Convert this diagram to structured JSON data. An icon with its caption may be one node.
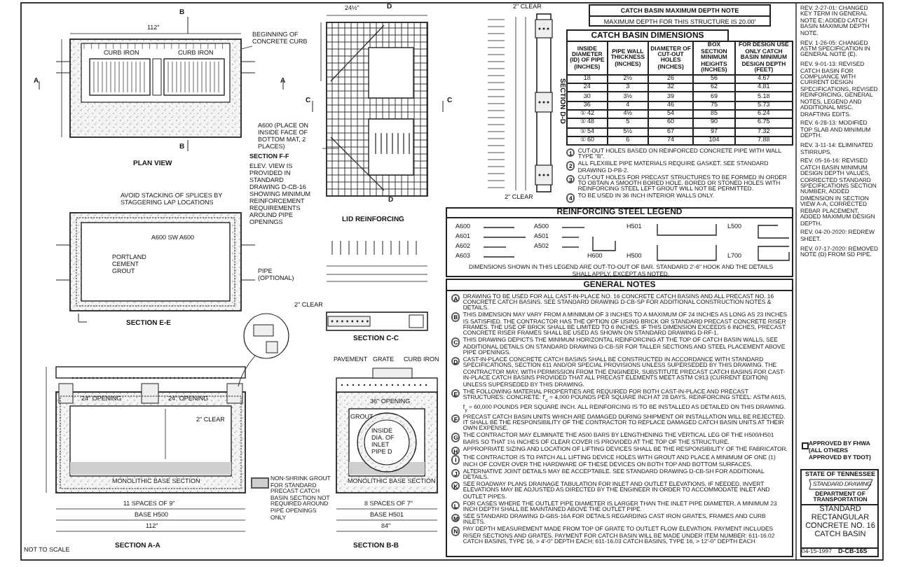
{
  "diagram": {
    "nodes": [
      {
        "text": [
          "BEGINNING OF CONCRETE CURB"
        ]
      },
      {
        "text": [
          "A600 (PLACE ON INSIDE FACE OF BOTTOM MAT, 2 PLACES)"
        ]
      },
      {
        "text": [
          "CATCH BASIN MAXIMUM DEPTH NOTE",
          "MAXIMUM DEPTH FOR THIS STRUCTURE IS 20.00'"
        ]
      },
      {
        "text": [
          "CATCH BASIN DIMENSIONS"
        ]
      },
      {
        "text": [
          "REINFORCING STEEL LEGEND",
          "DIMENSIONS SHOWN IN THIS LEGEND ARE OUT-TO-OUT OF BAR. STANDARD 2'-6\" HOOK AND THE DETAILS SHALL APPLY, EXCEPT AS NOTED."
        ]
      },
      {
        "text": [
          "GENERAL NOTES"
        ]
      },
      {
        "text": [
          "APPROVED BY FHWA (ALL OTHERS APPROVED BY TDOT)"
        ]
      },
      {
        "text": [
          "STATE OF TENNESSEE",
          "STANDARD DRAWING",
          "DEPARTMENT OF TRANSPORTATION",
          "STANDARD RECTANGULAR CONCRETE NO. 16 CATCH BASIN"
        ]
      }
    ],
    "edges": [
      {
        "from": 0,
        "to": null,
        "arrow": "none"
      },
      {
        "from": 1,
        "to": null,
        "arrow": "none"
      }
    ],
    "labels": [
      "B",
      "112\"",
      "CURB IRON",
      "CURB IRON",
      "A",
      "A",
      "B",
      "PLAN VIEW",
      "SECTION F-F",
      "ELEV. VIEW IS PROVIDED IN STANDARD DRAWING D-CB-16 SHOWING MINIMUM REINFORCEMENT REQUIREMENTS AROUND PIPE OPENINGS",
      "AVOID STACKING OF SPLICES BY STAGGERING LAP LOCATIONS",
      "A600 SW A600",
      "PORTLAND CEMENT GROUT",
      "PIPE (OPTIONAL)",
      "SECTION E-E",
      "24½\"",
      "D",
      "C",
      "C",
      "D",
      "LID REINFORCING",
      "SECTION C-C",
      "2\" CLEAR",
      "SECTION D-D",
      "2\" CLEAR",
      "2\" CLEAR",
      "NOT TO SCALE",
      "SECTION A-A",
      "11 SPACES OF 9\"",
      "BASE H500",
      "112\"",
      "MONOLITHIC BASE SECTION",
      "24\" OPENING",
      "24\" OPENING",
      "2\" CLEAR",
      "SECTION B-B",
      "8 SPACES OF 7\"",
      "BASE H501",
      "84\"",
      "PAVEMENT",
      "GRATE",
      "CURB IRON",
      "GROUT",
      "INSIDE DIA. OF INLET PIPE D",
      "MONOLITHIC BASE SECTION",
      "36\" OPENING",
      "INSIDE DIAMETER (ID) OF PIPE (INCHES)",
      "PIPE WALL THICKNESS (INCHES)",
      "DIAMETER OF CUT-OUT HOLES (INCHES)",
      "BOX SECTION MINIMUM HEIGHTS (INCHES)",
      "FOR DESIGN USE ONLY CATCH BASIN MINIMUM DESIGN DEPTH (FEET)",
      "18",
      "2½",
      "26",
      "56",
      "4.67",
      "24",
      "3",
      "32",
      "62",
      "4.81",
      "30",
      "3½",
      "39",
      "69",
      "5.18",
      "36",
      "4",
      "46",
      "75",
      "5.73",
      "① 42",
      "4½",
      "54",
      "85",
      "6.24",
      "① 48",
      "5",
      "60",
      "90",
      "6.75",
      "① 54",
      "5½",
      "67",
      "97",
      "7.32",
      "① 60",
      "6",
      "74",
      "104",
      "7.88",
      "1",
      "CUT-OUT HOLES BASED ON REINFORCED CONCRETE PIPE WITH WALL TYPE \"B\".",
      "2",
      "ALL FLEXIBLE PIPE MATERIALS REQUIRE GASKET. SEE STANDARD DRAWING D-PB-2.",
      "3",
      "CUT-OUT HOLES FOR PRECAST STRUCTURES TO BE FORMED IN ORDER TO OBTAIN A SMOOTH BORED HOLE. BORED OR STONED HOLES WITH REINFORCING STEEL LEFT GROUT WILL NOT BE PERMITTED.",
      "4",
      "TO BE USED IN 36 INCH INTERIOR WALLS ONLY.",
      "A600",
      "A500",
      "H501",
      "L500",
      "A601",
      "A501",
      "A602",
      "A502",
      "A603",
      "H600",
      "H500",
      "L700",
      "A",
      "DRAWING TO BE USED FOR ALL CAST-IN-PLACE NO. 16 CONCRETE CATCH BASINS AND ALL PRECAST NO. 16 CONCRETE CATCH BASINS. SEE STANDARD DRAWING D-CB-SP FOR ADDITIONAL CONSTRUCTION NOTES & DETAILS.",
      "B",
      "THIS DIMENSION MAY VARY FROM A MINIMUM OF 3 INCHES TO A MAXIMUM OF 24 INCHES AS LONG AS 23 INCHES IS SATISFIED. THE CONTRACTOR HAS THE OPTION OF USING BRICK OR STANDARD PRECAST CONCRETE RISER FRAMES. THE USE OF BRICK SHALL BE LIMITED TO 6 INCHES. IF THIS DIMENSION EXCEEDS 6 INCHES, PRECAST CONCRETE RISER FRAMES SHALL BE USED AS SHOWN ON STANDARD DRAWING D-RF-1.",
      "C",
      "THIS DRAWING DEPICTS THE MINIMUM HORIZONTAL REINFORCING AT THE TOP OF CATCH BASIN WALLS. SEE ADDITIONAL DETAILS ON STANDARD DRAWING D-CB-SR FOR TALLER SECTIONS AND STEEL PLACEMENT ABOVE PIPE OPENINGS.",
      "D",
      "CAST-IN-PLACE CONCRETE CATCH BASINS SHALL BE CONSTRUCTED IN ACCORDANCE WITH STANDARD SPECIFICATIONS, SECTION 611 AND/OR SPECIAL PROVISIONS UNLESS SUPERSEDED BY THIS DRAWING. THE CONTRACTOR MAY, WITH PERMISSION FROM THE ENGINEER, SUBSTITUTE PRECAST CATCH BASINS FOR CAST-IN-PLACE CATCH BASINS PROVIDED THAT ALL PRECAST ELEMENTS MEET ASTM C913 (CURRENT EDITION) UNLESS SUPERSEDED BY THIS DRAWING.",
      "E",
      "THE FOLLOWING MATERIAL PROPERTIES ARE REQUIRED FOR BOTH CAST-IN-PLACE AND PRECAST STRUCTURES: CONCRETE: f'$_{c}$ = 4,000 POUNDS PER SQUARE INCH AT 28 DAYS. REINFORCING STEEL: ASTM A615, f$_{y}$ = 60,000 POUNDS PER SQUARE INCH. ALL REINFORCING IS TO BE INSTALLED AS DETAILED ON THIS DRAWING.",
      "F",
      "PRECAST CATCH BASIN UNITS WHICH ARE DAMAGED DURING SHIPMENT OR INSTALLATION WILL BE REJECTED. IT SHALL BE THE RESPONSIBILITY OF THE CONTRACTOR TO REPLACE DAMAGED CATCH BASIN UNITS AT THEIR OWN EXPENSE.",
      "G",
      "THE CONTRACTOR MAY ELIMINATE THE A500 BARS BY LENGTHENING THE VERTICAL LEG OF THE H500/H501 BARS SO THAT 1½ INCHES OF CLEAR COVER IS PROVIDED AT THE TOP OF THE STRUCTURE.",
      "H",
      "APPROPRIATE SIZING AND LOCATION OF LIFTING DEVICES SHALL BE THE RESPONSIBILITY OF THE FABRICATOR.",
      "I",
      "THE CONTRACTOR IS TO PATCH ALL LIFTING DEVICE HOLES WITH GROUT AND PLACE A MINIMUM OF ONE (1) INCH OF COVER OVER THE HARDWARE OF THESE DEVICES ON BOTH TOP AND BOTTOM SURFACES.",
      "J",
      "ALTERNATIVE JOINT DETAILS MAY BE ACCEPTABLE. SEE STANDARD DRAWING D-CB-SH FOR ADDITIONAL DETAILS.",
      "K",
      "SEE ROADWAY PLANS DRAINAGE TABULATION FOR INLET AND OUTLET ELEVATIONS. IF NEEDED, INVERT ELEVATIONS MAY BE ADJUSTED AS DIRECTED BY THE ENGINEER IN ORDER TO ACCOMMODATE INLET AND OUTLET PIPES.",
      "L",
      "FOR CASES WHERE THE OUTLET PIPE DIAMETER IS LARGER THAN THE INLET PIPE DIAMETER, A MINIMUM 23 INCH DEPTH SHALL BE MAINTAINED ABOVE THE OUTLET PIPE.",
      "M",
      "SEE STANDARD DRAWING D-GBS-16A FOR DETAILS REGARDING CAST IRON GRATES, FRAMES AND CURB INLETS.",
      "N",
      "PAY DEPTH MEASUREMENT MADE FROM TOP OF GRATE TO OUTLET FLOW ELEVATION. PAYMENT INCLUDES RISER SECTIONS AND GRATES. PAYMENT FOR CATCH BASIN WILL BE MADE UNDER ITEM NUMBER: 611-16.02 CATCH BASINS, TYPE 16, > 4'-0\" DEPTH EACH; 611-16.03 CATCH BASINS, TYPE 16, > 12'-0\" DEPTH EACH",
      "REV. 2-27-01: CHANGED KEY TERM IN GENERAL NOTE E; ADDED CATCH BASIN MAXIMUM DEPTH NOTE.",
      "REV. 1-26-05: CHANGED ASTM SPECIFICATION IN GENERAL NOTE (E).",
      "REV. 9-01-13: REVISED CATCH BASIN FOR COMPLIANCE WITH CURRENT DESIGN SPECIFICATIONS, REVISED REINFORCING, GENERAL NOTES, LEGEND AND ADDITIONAL MISC. DRAFTING EDITS.",
      "REV. 6-28-13: MODIFIED TOP SLAB AND MINIMUM DEPTH.",
      "REV. 3-11-14: ELIMINATED STIRRUPS.",
      "REV. 05-16-16: REVISED CATCH BASIN MINIMUM DESIGN DEPTH VALUES, CORRECTED STANDARD SPECIFICATIONS SECTION NUMBER, ADDED DIMENSION IN SECTION VIEW A-A, CORRECTED REBAR PLACEMENT, ADDED MAXIMUM DESIGN DEPTH.",
      "REV. 04-20-2020: REDREW SHEET.",
      "REV. 07-17-2020: REMOVED NOTE (D) FROM SD PIPE.",
      "04-15-1997",
      "D-CB-16S"
    ],
    "legend": [
      {
        "text": "NON-SHRINK GROUT FOR STANDARD PRECAST CATCH BASIN SECTION NOT REQUIRED AROUND PIPE OPENINGS ONLY",
        "color": "#cfcfcf"
      }
    ]
  }
}
